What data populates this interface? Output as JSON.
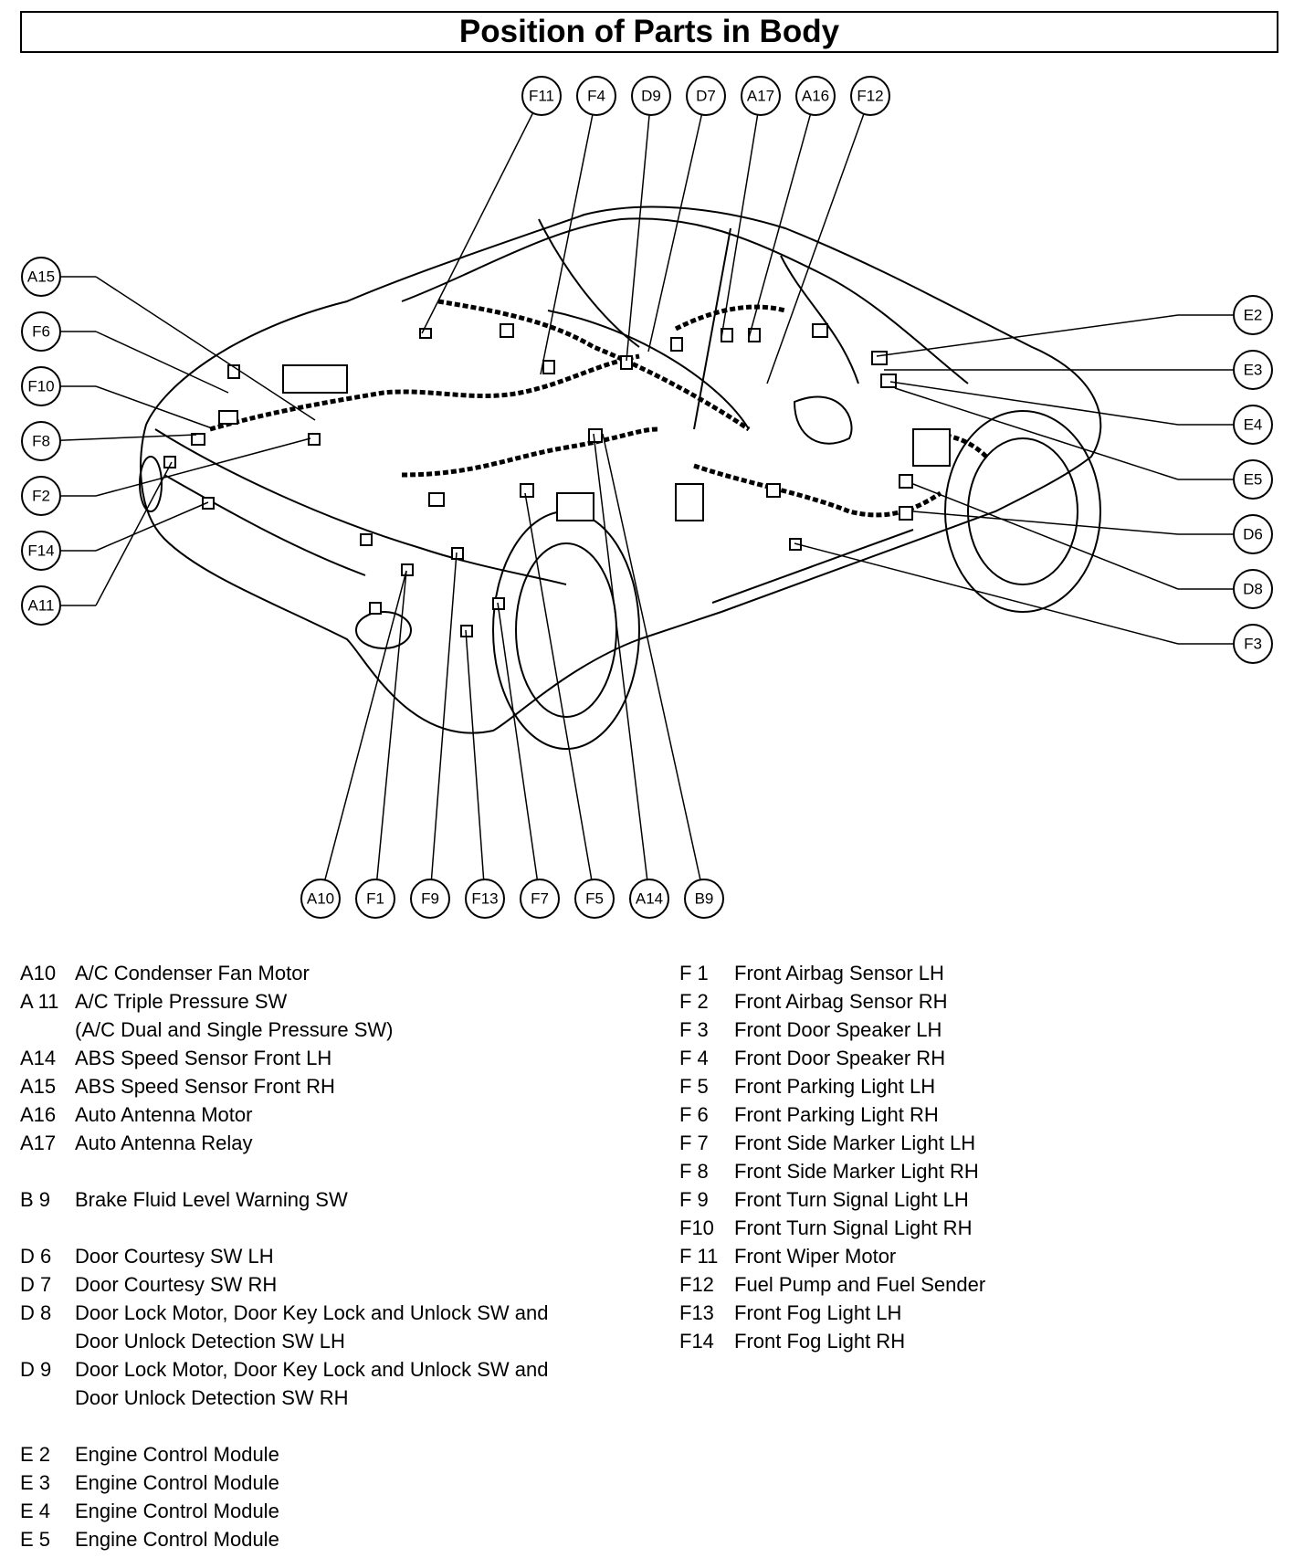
{
  "title": "Position of Parts in Body",
  "callouts": {
    "top": [
      "F11",
      "F4",
      "D9",
      "D7",
      "A17",
      "A16",
      "F12"
    ],
    "left": [
      "A15",
      "F6",
      "F10",
      "F8",
      "F2",
      "F14",
      "A11"
    ],
    "right": [
      "E2",
      "E3",
      "E4",
      "E5",
      "D6",
      "D8",
      "F3"
    ],
    "bottom": [
      "A10",
      "F1",
      "F9",
      "F13",
      "F7",
      "F5",
      "A14",
      "B9"
    ]
  },
  "legend": {
    "left": [
      {
        "code": "A10",
        "desc": "A/C Condenser Fan Motor"
      },
      {
        "code": "A 11",
        "desc": "A/C Triple Pressure SW",
        "cont": "(A/C Dual and Single Pressure SW)"
      },
      {
        "code": "A14",
        "desc": "ABS Speed Sensor Front LH"
      },
      {
        "code": "A15",
        "desc": "ABS Speed Sensor Front RH"
      },
      {
        "code": "A16",
        "desc": "Auto Antenna Motor"
      },
      {
        "code": "A17",
        "desc": "Auto Antenna Relay",
        "gap": true
      },
      {
        "code": "B 9",
        "desc": "Brake Fluid Level Warning SW",
        "gap": true
      },
      {
        "code": "D 6",
        "desc": "Door Courtesy SW LH"
      },
      {
        "code": "D 7",
        "desc": "Door Courtesy SW RH"
      },
      {
        "code": "D 8",
        "desc": "Door Lock Motor, Door Key Lock and Unlock SW and",
        "cont": "Door Unlock Detection SW LH"
      },
      {
        "code": "D 9",
        "desc": "Door Lock Motor, Door Key Lock and Unlock SW and",
        "cont": "Door Unlock Detection SW RH",
        "gap": true
      },
      {
        "code": "E 2",
        "desc": "Engine Control Module"
      },
      {
        "code": "E 3",
        "desc": "Engine Control Module"
      },
      {
        "code": "E 4",
        "desc": "Engine Control Module"
      },
      {
        "code": "E 5",
        "desc": "Engine Control Module"
      }
    ],
    "right": [
      {
        "code": "F 1",
        "desc": "Front Airbag Sensor LH"
      },
      {
        "code": "F 2",
        "desc": "Front Airbag Sensor RH"
      },
      {
        "code": "F 3",
        "desc": "Front Door Speaker LH"
      },
      {
        "code": "F 4",
        "desc": "Front Door Speaker RH"
      },
      {
        "code": "F 5",
        "desc": "Front Parking Light LH"
      },
      {
        "code": "F 6",
        "desc": "Front Parking Light RH"
      },
      {
        "code": "F 7",
        "desc": "Front Side Marker Light LH"
      },
      {
        "code": "F 8",
        "desc": "Front Side Marker Light RH"
      },
      {
        "code": "F 9",
        "desc": "Front Turn Signal Light LH"
      },
      {
        "code": "F10",
        "desc": "Front Turn Signal Light RH"
      },
      {
        "code": "F 11",
        "desc": "Front Wiper Motor"
      },
      {
        "code": "F12",
        "desc": "Fuel Pump and Fuel Sender"
      },
      {
        "code": "F13",
        "desc": "Front Fog Light LH"
      },
      {
        "code": "F14",
        "desc": "Front Fog Light RH"
      }
    ]
  }
}
